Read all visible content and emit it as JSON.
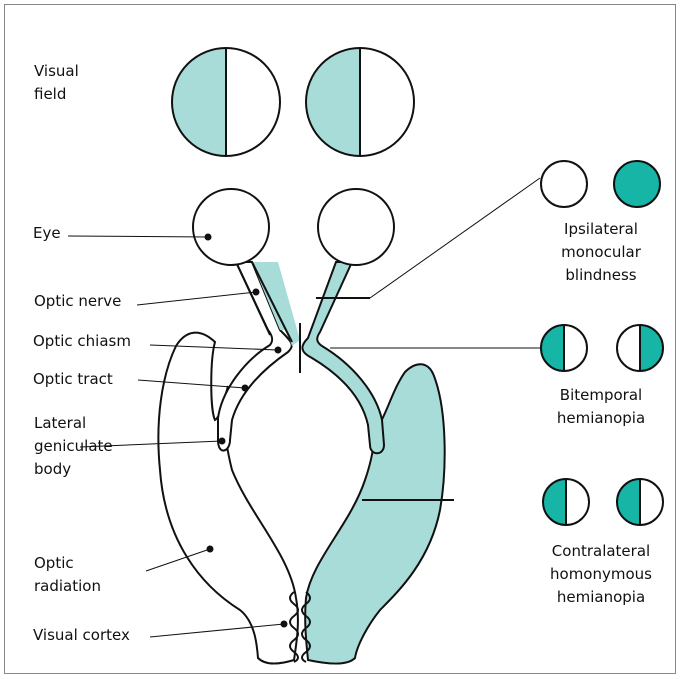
{
  "labels": {
    "visual_field": "Visual\nfield",
    "eye": "Eye",
    "optic_nerve": "Optic nerve",
    "optic_chiasm": "Optic chiasm",
    "optic_tract": "Optic tract",
    "lateral_geniculate_body": "Lateral\ngeniculate\nbody",
    "optic_radiation": "Optic\nradiation",
    "visual_cortex": "Visual cortex"
  },
  "lesions": [
    {
      "label": "Ipsilateral\nmonocular\nblindness",
      "left_eye": "normal",
      "right_eye": "blind"
    },
    {
      "label": "Bitemporal\nhemianopia",
      "left_eye": "left-half-blind",
      "right_eye": "right-half-blind"
    },
    {
      "label": "Contralateral\nhomonymous\nhemianopia",
      "left_eye": "left-half-blind",
      "right_eye": "left-half-blind"
    }
  ],
  "colors": {
    "pathway_fill": "#a8dcd8",
    "deficit_fill": "#16b5a6",
    "stroke": "#111111",
    "frame": "#888888"
  }
}
